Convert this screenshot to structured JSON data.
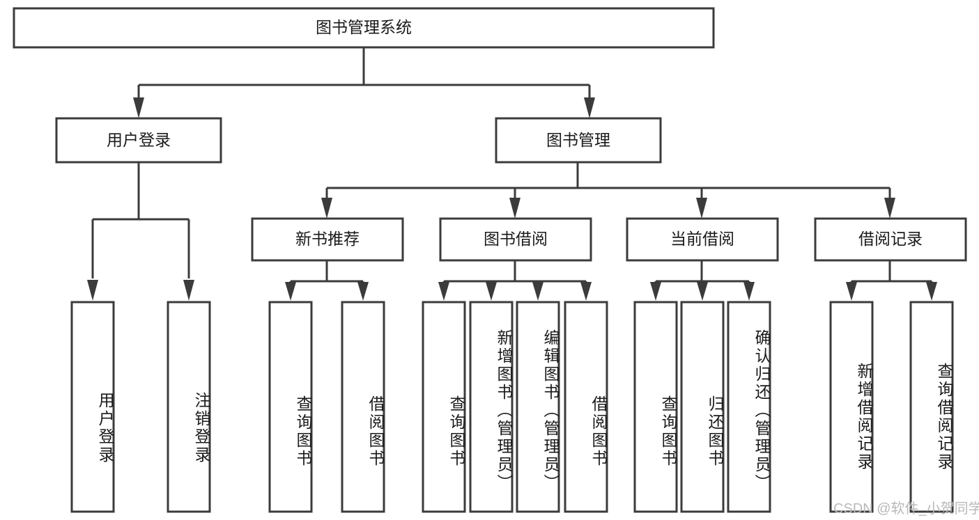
{
  "diagram": {
    "title": "图书管理系统",
    "type": "tree-hierarchy",
    "root": {
      "label": "图书管理系统",
      "level": 0
    },
    "level1": [
      {
        "label": "用户登录"
      },
      {
        "label": "图书管理"
      }
    ],
    "level2": [
      {
        "label": "新书推荐",
        "parent": "图书管理"
      },
      {
        "label": "图书借阅",
        "parent": "图书管理"
      },
      {
        "label": "当前借阅",
        "parent": "图书管理"
      },
      {
        "label": "借阅记录",
        "parent": "图书管理"
      }
    ],
    "leaves": {
      "user_login": [
        {
          "label": "用户登录"
        },
        {
          "label": "注销登录"
        }
      ],
      "new_book_recommend": [
        {
          "label": "查询图书"
        },
        {
          "label": "借阅图书"
        }
      ],
      "book_borrow": [
        {
          "label": "查询图书"
        },
        {
          "label": "新增图书（管理员）"
        },
        {
          "label": "编辑图书（管理员）"
        },
        {
          "label": "借阅图书"
        }
      ],
      "current_borrow": [
        {
          "label": "查询图书"
        },
        {
          "label": "归还图书"
        },
        {
          "label": "确认归还（管理员）"
        }
      ],
      "borrow_records": [
        {
          "label": "新增借阅记录"
        },
        {
          "label": "查询借阅记录"
        }
      ]
    },
    "watermark": "CSDN @软件_小贺同学",
    "colors": {
      "stroke": "#3b3b3b",
      "fill": "#ffffff",
      "text": "#1a1a1a",
      "watermark": "#b9b9b9"
    }
  }
}
